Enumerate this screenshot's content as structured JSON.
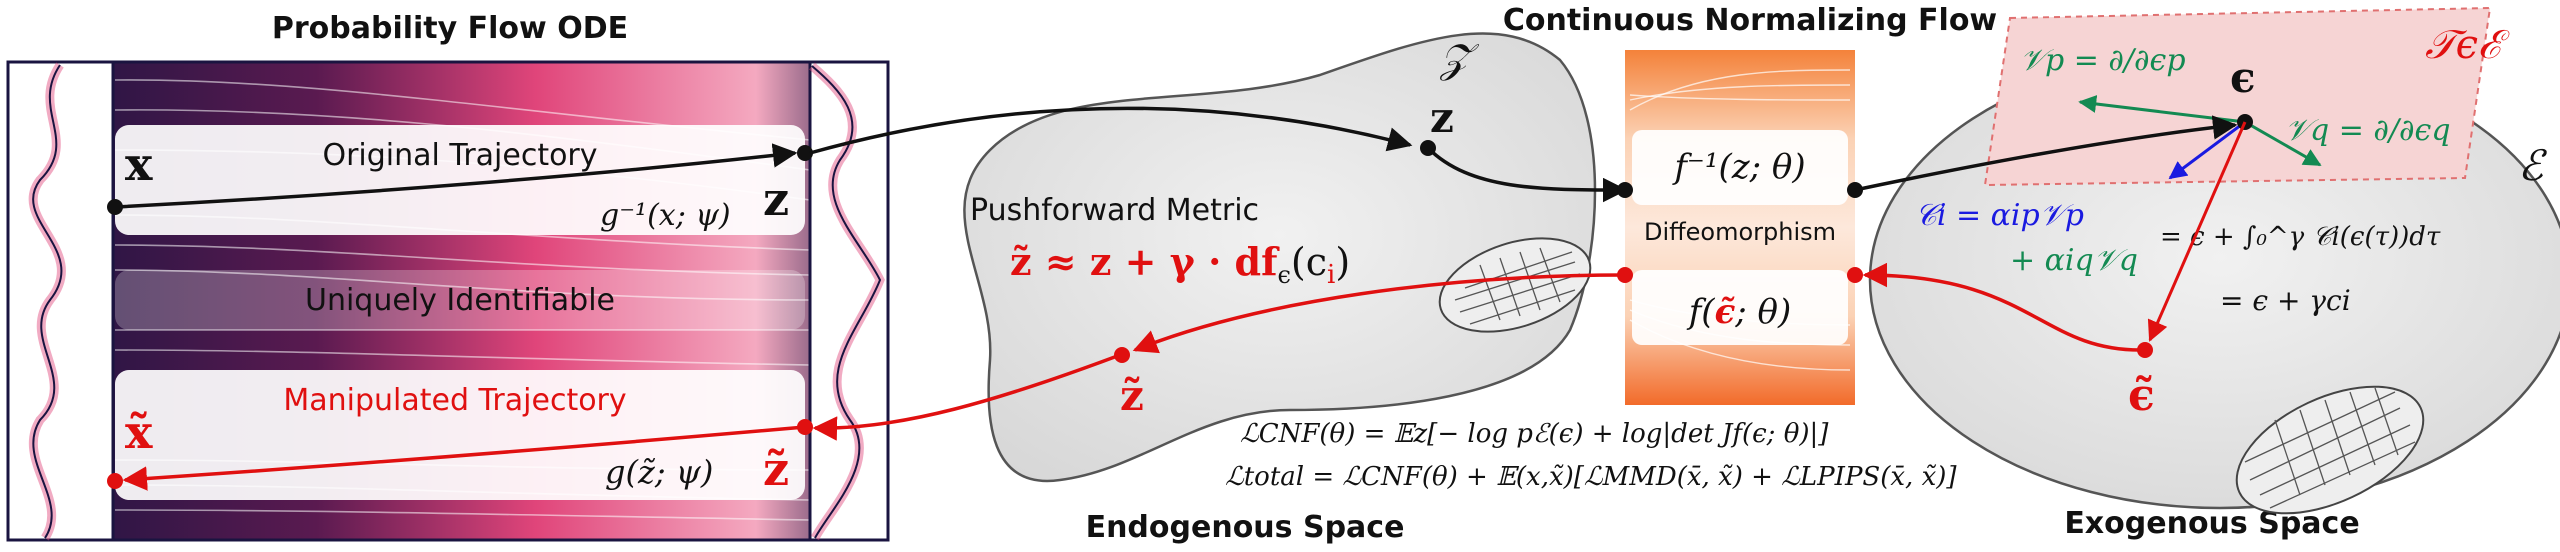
{
  "titles": {
    "pf_ode": "Probability Flow ODE",
    "cnf": "Continuous Normalizing Flow",
    "endogenous": "Endogenous Space",
    "exogenous": "Exogenous Space"
  },
  "left_panel": {
    "original_trajectory": "Original Trajectory",
    "uniquely_identifiable": "Uniquely Identifiable",
    "manipulated_trajectory": "Manipulated Trajectory",
    "x_symbol": "x",
    "x_tilde_symbol": "x̃",
    "z_symbol": "z",
    "z_tilde_symbol": "z̃",
    "g_inverse": "g⁻¹(x; ψ)",
    "g_forward": "g(z̃; ψ)"
  },
  "endogenous": {
    "space_symbol": "𝒵",
    "z_symbol": "z",
    "z_tilde_symbol": "z̃",
    "pushforward_title": "Pushforward Metric",
    "pushforward_formula_a": "z̃ ≈ z + γ · df",
    "pushforward_formula_sub": "ϵ",
    "pushforward_formula_b": "(c",
    "pushforward_formula_c": "i",
    "pushforward_formula_d": ")"
  },
  "cnf_block": {
    "f_inverse": "f⁻¹(z; θ)",
    "diffeomorphism": "Diffeomorphism",
    "f_forward_a": "f(",
    "f_forward_b": "ϵ̃",
    "f_forward_c": "; θ)"
  },
  "exogenous": {
    "space_symbol": "ℰ",
    "tangent_symbol": "𝒯ϵℰ",
    "epsilon": "ϵ",
    "epsilon_tilde": "ϵ̃",
    "vp": "𝒱p = ∂/∂ϵp",
    "vq": "𝒱q = ∂/∂ϵq",
    "ci_line1": "𝒞i = αip𝒱p",
    "ci_line2": "+ αiq𝒱q",
    "eps_eq_1": "= ϵ + ∫₀^γ 𝒞i(ϵ(τ))dτ",
    "eps_eq_2": "= ϵ + γci"
  },
  "losses": {
    "cnf_loss": "ℒCNF(θ) = 𝔼z[− log pℰ(ϵ) + log|det Jf(ϵ; θ)|]",
    "total_loss": "ℒtotal = ℒCNF(θ) + 𝔼(x,x̃)[ℒMMD(x̄, x̃) + ℒLPIPS(x̄, x̃)]"
  },
  "colors": {
    "red": "#e01010",
    "blue": "#1a1ae0",
    "green": "#138a52",
    "navy": "#1a1440",
    "pink": "#e0457a",
    "tangent_fill": "#f6d4d4"
  }
}
